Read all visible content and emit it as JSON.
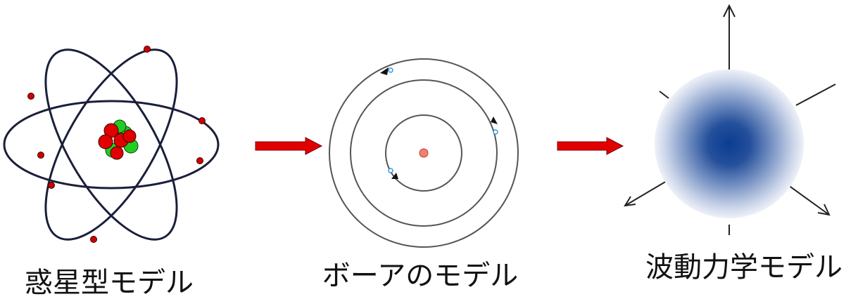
{
  "models": [
    {
      "label": "惑星型モデル"
    },
    {
      "label": "ボーアのモデル"
    },
    {
      "label": "波動力学モデル"
    }
  ],
  "colors": {
    "nucleus_proton": "#e00000",
    "nucleus_neutron": "#22cc22",
    "electron": "#cc0000",
    "orbit_dark": "#1a1f3a",
    "orbit_gray": "#555555",
    "transition_arrow": "#e00000",
    "bohr_nucleus": "#f08070",
    "bohr_electron": "#3399dd",
    "cloud_center": "#0b3d91"
  }
}
